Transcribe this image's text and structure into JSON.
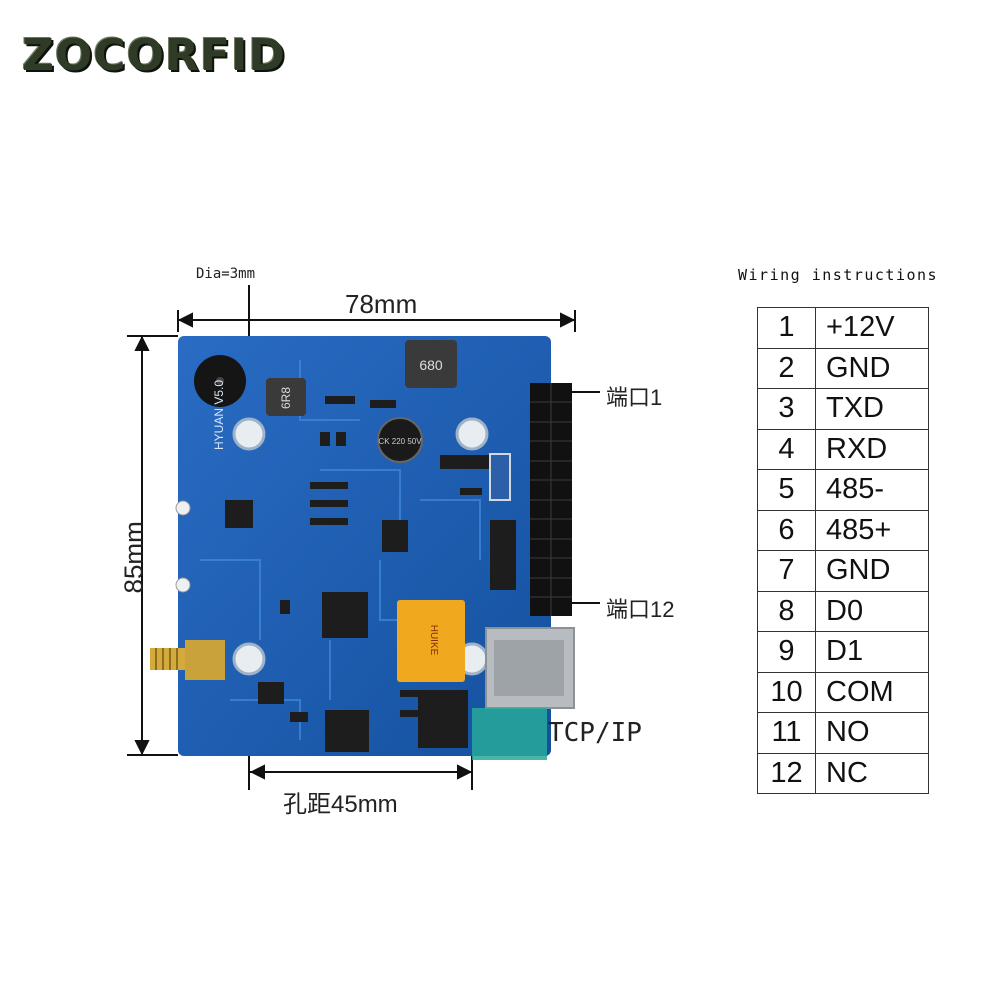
{
  "brand": {
    "logo_text": "ZOCORFID"
  },
  "dimensions": {
    "hole_diameter": "Dia=3mm",
    "width": "78mm",
    "height": "85mm",
    "hole_spacing": "孔距45mm"
  },
  "board": {
    "silkscreen": "HYUAN V5.0",
    "inductor_large": "680",
    "inductor_small": "6R8",
    "capacitor": "CK 220 50V",
    "relay": "HUIKE",
    "port_first": "端口1",
    "port_last": "端口12",
    "network_label": "TCP/IP"
  },
  "wiring": {
    "title": "Wiring instructions",
    "rows": [
      {
        "pin": "1",
        "signal": "+12V"
      },
      {
        "pin": "2",
        "signal": "GND"
      },
      {
        "pin": "3",
        "signal": "TXD"
      },
      {
        "pin": "4",
        "signal": "RXD"
      },
      {
        "pin": "5",
        "signal": "485-"
      },
      {
        "pin": "6",
        "signal": "485+"
      },
      {
        "pin": "7",
        "signal": "GND"
      },
      {
        "pin": "8",
        "signal": "D0"
      },
      {
        "pin": "9",
        "signal": "D1"
      },
      {
        "pin": "10",
        "signal": "COM"
      },
      {
        "pin": "11",
        "signal": "NO"
      },
      {
        "pin": "12",
        "signal": "NC"
      }
    ]
  },
  "colors": {
    "pcb_blue": "#1f5fb8",
    "pcb_dark": "#0e3f86",
    "header_black": "#111111"
  }
}
